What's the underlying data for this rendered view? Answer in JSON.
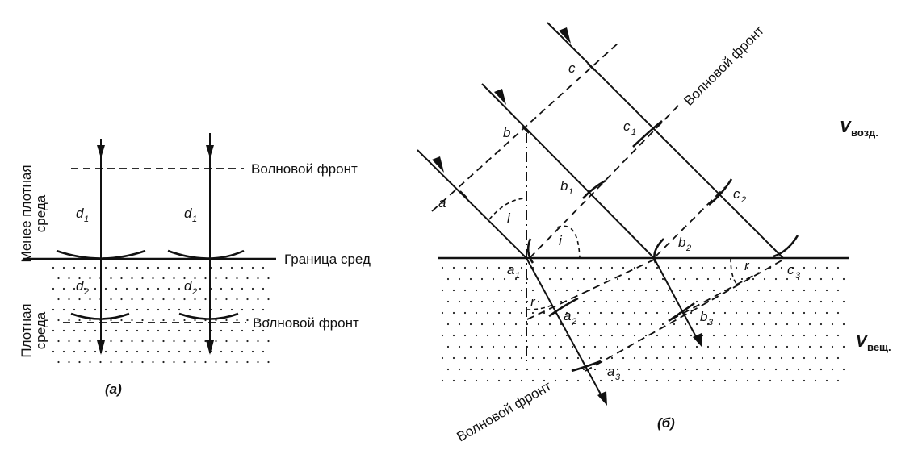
{
  "left_panel": {
    "medium_top": [
      "Менее плотная",
      "среда"
    ],
    "medium_bottom": [
      "Плотная",
      "среда"
    ],
    "wavefront_top": "Волновой фронт",
    "boundary": "Граница сред",
    "wavefront_bottom": "Волновой фронт",
    "d1": "d",
    "d1_sub": "1",
    "d2": "d",
    "d2_sub": "2",
    "caption": "(а)"
  },
  "right_panel": {
    "wavefront_top": "Волновой фронт",
    "wavefront_bottom": "Волновой фронт",
    "v_air": "V",
    "v_air_sub": "возд.",
    "v_substance": "V",
    "v_substance_sub": "вещ.",
    "points": {
      "a": "a",
      "b": "b",
      "c": "c",
      "a1": "a",
      "b1": "b",
      "c1": "c",
      "a2": "a",
      "b2": "b",
      "c2": "c",
      "a3": "a",
      "b3": "b",
      "c3": "c",
      "sub1": "1",
      "sub2": "2",
      "sub3": "3"
    },
    "angles": {
      "i": "i",
      "i2": "i",
      "r": "r",
      "r2": "r"
    },
    "caption": "(б)"
  },
  "colors": {
    "ink": "#111111",
    "background": "#ffffff",
    "dots": "#222222"
  }
}
